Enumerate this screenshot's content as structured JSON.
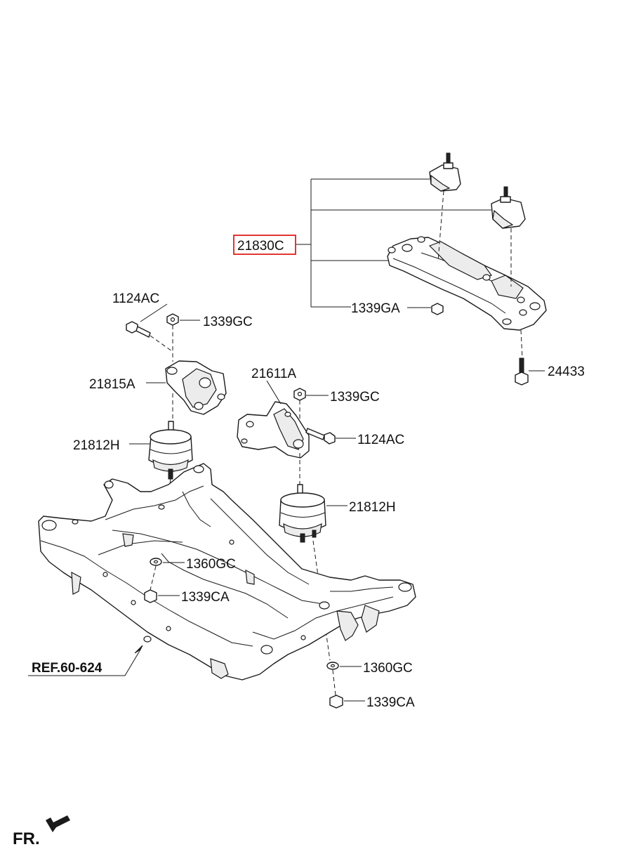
{
  "labels": {
    "main_assembly": "21830C",
    "nut_ga": "1339GA",
    "bolt_24433": "24433",
    "bolt_left": "1124AC",
    "nut_gc_left": "1339GC",
    "bracket_left": "21815A",
    "insulator_left": "21812H",
    "bracket_right": "21611A",
    "nut_gc_right": "1339GC",
    "bolt_right": "1124AC",
    "insulator_right": "21812H",
    "washer_left": "1360GC",
    "nut_ca_left": "1339CA",
    "washer_right": "1360GC",
    "nut_ca_right": "1339CA",
    "reference": "REF.60-624",
    "front_marker": "FR."
  },
  "colors": {
    "highlight_box": "#e0201b",
    "line": "#1a1a1a",
    "background": "#ffffff"
  },
  "icons": {
    "front_arrow": "front-arrow-icon"
  }
}
